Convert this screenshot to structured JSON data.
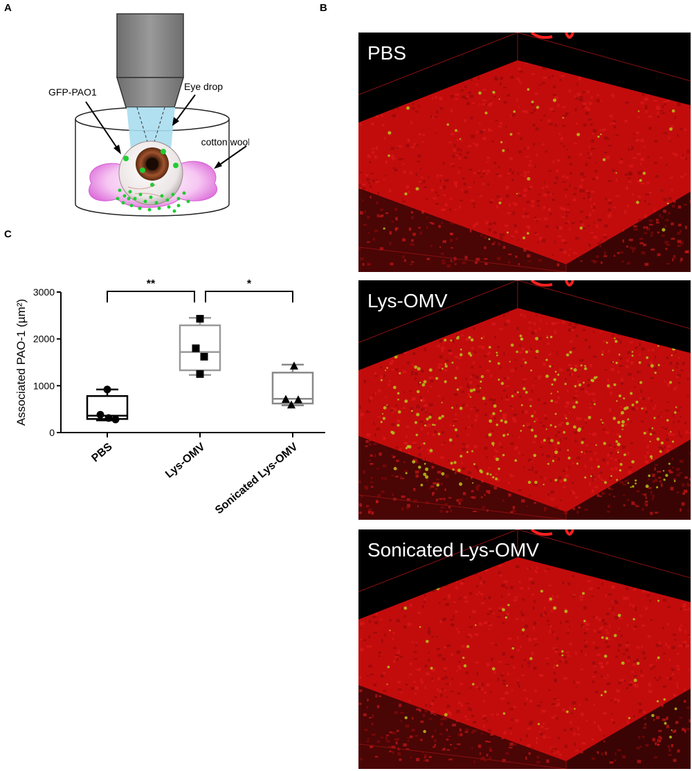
{
  "panels": {
    "a": "A",
    "b": "B",
    "c": "C"
  },
  "schematic": {
    "labels": {
      "gfp": "GFP-PAO1",
      "eye_drop": "Eye drop",
      "cotton": "cotton wool"
    }
  },
  "micrographs": [
    {
      "label": "PBS",
      "speckle_density": 0.15
    },
    {
      "label": "Lys-OMV",
      "speckle_density": 1.0
    },
    {
      "label": "Sonicated Lys-OMV",
      "speckle_density": 0.2
    }
  ],
  "chart_data": {
    "type": "box",
    "ylabel": "Associated PAO-1 (µm²)",
    "ylim": [
      0,
      3000
    ],
    "yticks": [
      0,
      1000,
      2000,
      3000
    ],
    "categories": [
      "PBS",
      "Lys-OMV",
      "Sonicated Lys-OMV"
    ],
    "boxes": [
      {
        "min": 260,
        "q1": 290,
        "median": 360,
        "q3": 780,
        "max": 920,
        "color": "#000000"
      },
      {
        "min": 1230,
        "q1": 1330,
        "median": 1720,
        "q3": 2290,
        "max": 2450,
        "color": "#999999"
      },
      {
        "min": 580,
        "q1": 620,
        "median": 720,
        "q3": 1280,
        "max": 1450,
        "color": "#888888"
      }
    ],
    "points": [
      {
        "category": "PBS",
        "marker": "circle",
        "values": [
          920,
          380,
          310,
          280
        ]
      },
      {
        "category": "Lys-OMV",
        "marker": "square",
        "values": [
          2430,
          1800,
          1620,
          1250
        ]
      },
      {
        "category": "Sonicated Lys-OMV",
        "marker": "triangle",
        "values": [
          1420,
          710,
          700,
          590
        ]
      }
    ],
    "significance": [
      {
        "from": 0,
        "to": 1,
        "label": "**"
      },
      {
        "from": 1,
        "to": 2,
        "label": "*"
      }
    ]
  }
}
